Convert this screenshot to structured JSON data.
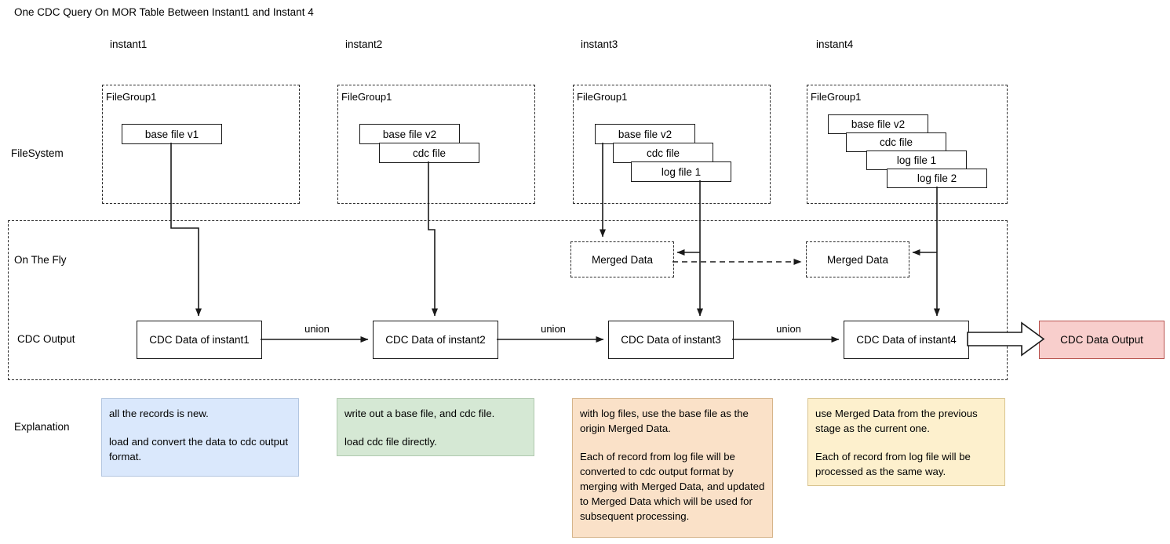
{
  "title": "One CDC Query On MOR Table Between Instant1 and Instant 4",
  "columns": [
    {
      "label": "instant1"
    },
    {
      "label": "instant2"
    },
    {
      "label": "instant3"
    },
    {
      "label": "instant4"
    }
  ],
  "rows": {
    "filesystem": "FileSystem",
    "on_the_fly": "On The Fly",
    "cdc_output": "CDC Output",
    "explanation": "Explanation"
  },
  "filegroups": [
    {
      "label": "FileGroup1",
      "files": [
        "base file v1"
      ]
    },
    {
      "label": "FileGroup1",
      "files": [
        "base file v2",
        "cdc file"
      ]
    },
    {
      "label": "FileGroup1",
      "files": [
        "base file v2",
        "cdc file",
        "log file 1"
      ]
    },
    {
      "label": "FileGroup1",
      "files": [
        "base file v2",
        "cdc file",
        "log file 1",
        "log file 2"
      ]
    }
  ],
  "merged_data": [
    {
      "label": "Merged Data"
    },
    {
      "label": "Merged Data"
    }
  ],
  "cdc_boxes": [
    {
      "label": "CDC Data of instant1"
    },
    {
      "label": "CDC Data of instant2"
    },
    {
      "label": "CDC Data of instant3"
    },
    {
      "label": "CDC Data of instant4"
    }
  ],
  "union_labels": [
    "union",
    "union",
    "union"
  ],
  "output": {
    "label": "CDC Data Output",
    "fill": "#f8cecc",
    "stroke": "#b85450"
  },
  "explanations": [
    {
      "color": "#dae8fc",
      "paragraphs": [
        "all the records is new.",
        "load and convert the data to cdc output format."
      ]
    },
    {
      "color": "#d5e8d4",
      "paragraphs": [
        "write out a base file, and cdc file.",
        "load cdc file directly."
      ]
    },
    {
      "color": "#fae1c8",
      "paragraphs": [
        "with log files, use the base file as the origin Merged Data.",
        "Each of record from log file will be converted to cdc output format by merging with Merged Data, and updated to Merged Data which will be used for subsequent processing."
      ]
    },
    {
      "color": "#fdf0cd",
      "paragraphs": [
        "use Merged Data from the previous stage as the current one.",
        "Each of record from log file will be processed as the same way."
      ]
    }
  ]
}
